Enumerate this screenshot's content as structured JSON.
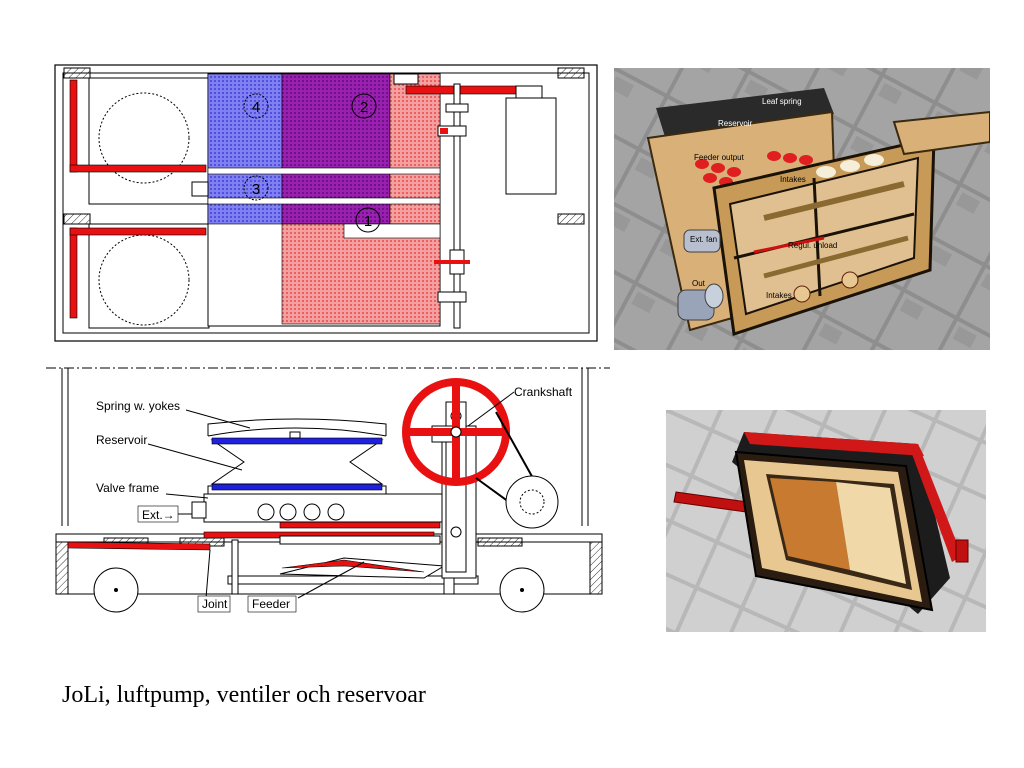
{
  "top_plan": {
    "circle_labels": [
      "4",
      "2",
      "3",
      "1"
    ]
  },
  "side_view": {
    "labels": {
      "spring": "Spring w. yokes",
      "reservoir": "Reservoir",
      "valve_frame": "Valve frame",
      "ext": "Ext.→",
      "crankshaft": "Crankshaft",
      "joint": "Joint",
      "feeder": "Feeder"
    }
  },
  "photo1": {
    "labels": {
      "leaf_spring": "Leaf spring",
      "reservoir": "Reservoir",
      "feeder_output": "Feeder output",
      "intakes_top": "Intakes",
      "ext_fan": "Ext. fan",
      "regul_unload": "Regul. unload",
      "out": "Out",
      "intakes_bottom": "Intakes"
    }
  },
  "caption": "JoLi, luftpump, ventiler och reservoar",
  "colors": {
    "red": "#e81010",
    "blue": "#7070f0",
    "purple": "#8a10a0",
    "pink": "#f08080",
    "wood": "#d8b078",
    "stone": "#8c8c8c"
  }
}
